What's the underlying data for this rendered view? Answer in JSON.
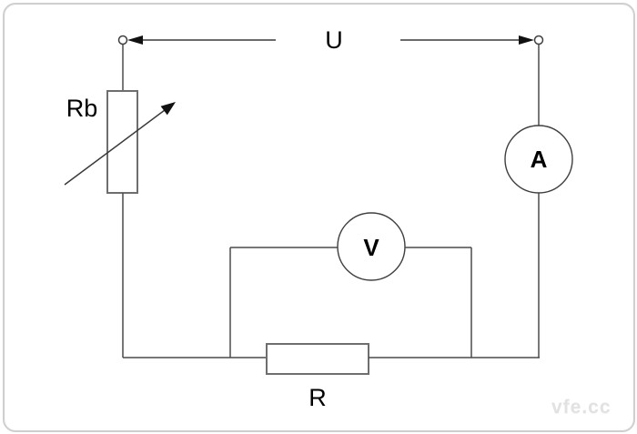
{
  "diagram": {
    "description": "Voltmeter-ammeter resistance measurement circuit",
    "voltage_label": "U",
    "rheostat_label": "Rb",
    "resistor_label": "R",
    "ammeter_label": "A",
    "voltmeter_label": "V"
  },
  "watermark": {
    "text": "vfe.cc"
  },
  "colors": {
    "background": "#ffffff",
    "frame_border": "#cfcfcf",
    "wire": "#4a4a4a",
    "component_stroke": "#6e6e6e",
    "arrow_and_text": "#111111",
    "watermark_text": "#e2e2e2"
  }
}
